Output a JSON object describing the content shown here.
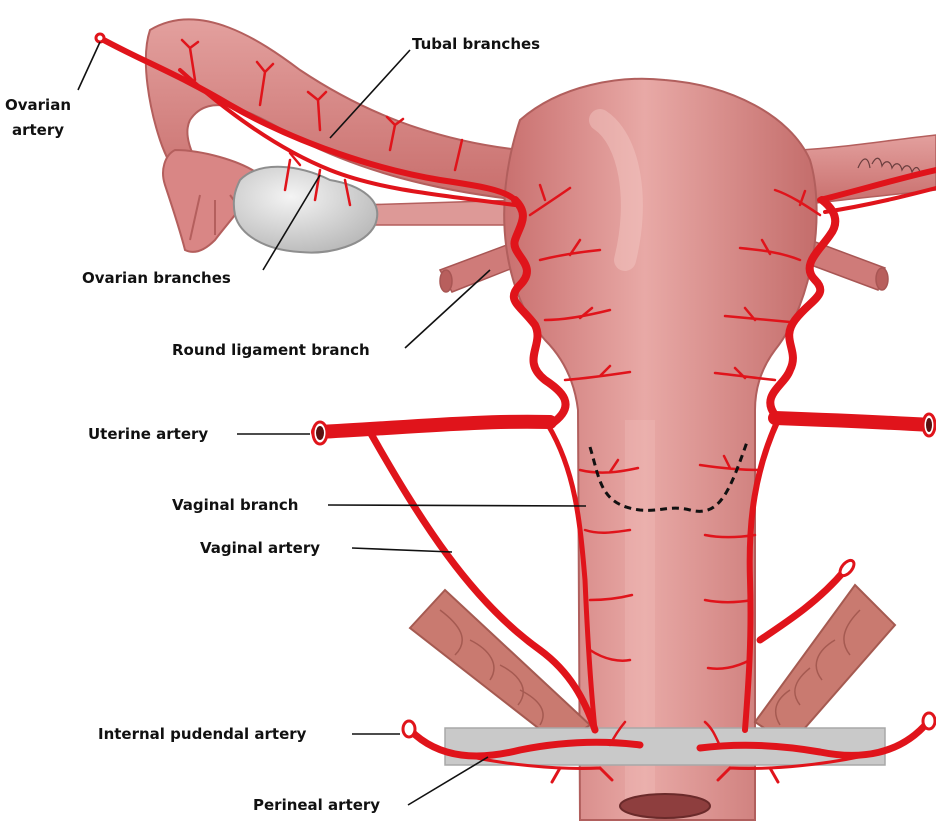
{
  "labels": {
    "ovarian_artery_line1": "Ovarian",
    "ovarian_artery_line2": "artery",
    "tubal_branches": "Tubal branches",
    "ovarian_branches": "Ovarian branches",
    "round_ligament_branch": "Round ligament branch",
    "uterine_artery": "Uterine artery",
    "vaginal_branch": "Vaginal branch",
    "vaginal_artery": "Vaginal artery",
    "internal_pudendal_artery": "Internal pudendal artery",
    "perineal_artery": "Perineal artery"
  },
  "colors": {
    "artery": "#e0141b",
    "tissue": "#d98a8a",
    "ovary": "#cfcfcf",
    "muscle": "#c97a70"
  }
}
